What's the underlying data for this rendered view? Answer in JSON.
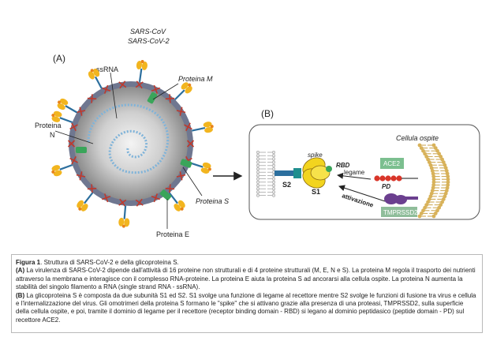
{
  "panel_a": {
    "virus_names": [
      "SARS-CoV",
      "SARS-CoV-2"
    ],
    "label": "(A)",
    "ssrna": "ssRNA",
    "proteina_m": "Proteina M",
    "proteina_n_line1": "Proteina",
    "proteina_n_line2": "N",
    "proteina_s": "Proteina S",
    "proteina_e": "Proteina E"
  },
  "panel_b": {
    "label": "(B)",
    "cellula_ospite": "Cellula ospite",
    "spike": "spike",
    "rbd": "RBD",
    "legame": "legame",
    "ace2": "ACE2",
    "pd": "PD",
    "s1": "S1",
    "s2": "S2",
    "attivazione": "attivazione",
    "tmprssd2": "TMPRSSD2"
  },
  "colors": {
    "ace2_box": "#7bbf8f",
    "tmprss_box": "#8fbd9a",
    "spike_yellow": "#f2d41f",
    "protease_purple": "#6b3f8f",
    "pd_red": "#d9362a",
    "membrane_lipid": "#d8b25a"
  },
  "caption": {
    "figure_label": "Figura 1",
    "title": ". Struttura di SARS-CoV-2 e della glicoproteina S.",
    "a_label": "(A)",
    "a_text": " La virulenza di SARS-CoV-2 dipende dall'attività di 16 proteine non strutturali e di 4 proteine strutturali (M, E, N e S). La proteina M regola il trasporto dei nutrienti attraverso la membrana e interagisce con il complesso RNA-proteine. La proteina E aiuta la proteina S ad ancorarsi alla cellula ospite. La proteina N aumenta la stabilità del singolo filamento a RNA (single strand RNA - ssRNA).",
    "b_label": "(B)",
    "b_text": " La glicoproteina S è composta da due subunità S1 ed S2. S1 svolge una funzione di legame al recettore mentre S2 svolge le funzioni di fusione tra virus e cellula e l'internalizzazione del virus. Gli omotrimeri della proteina S formano le \"spike\" che si attivano grazie alla presenza di una proteasi, TMPRSSD2, sulla superficie della cellula ospite, e poi, tramite il dominio di legame per il recettore (receptor binding domain - RBD) si legano al dominio peptidasico (peptide domain - PD) sul recettore ACE2."
  }
}
